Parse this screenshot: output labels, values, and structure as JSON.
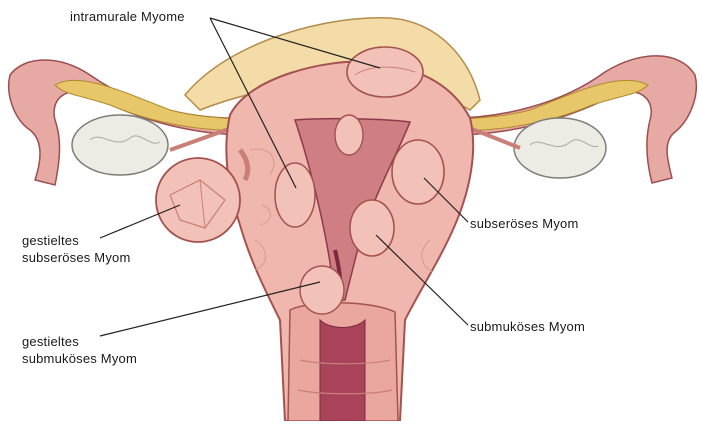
{
  "labels": {
    "intramural": "intramurale Myome",
    "pedunculated_subserosal_line1": "gestieltes",
    "pedunculated_subserosal_line2": "subseröses Myom",
    "pedunculated_submucosal_line1": "gestieltes",
    "pedunculated_submucosal_line2": "submuköses Myom",
    "subserosal": "subseröses Myom",
    "submucosal": "submuköses Myom"
  },
  "colors": {
    "uterus_tissue": "#efb7ae",
    "uterus_dark": "#c97f78",
    "fibroid": "#f2c2b8",
    "fat_yellow": "#e8c76a",
    "peritoneum": "#f3dca7",
    "ovary": "#ecebe4",
    "cavity": "#a8435a",
    "leader_line": "#222222"
  }
}
